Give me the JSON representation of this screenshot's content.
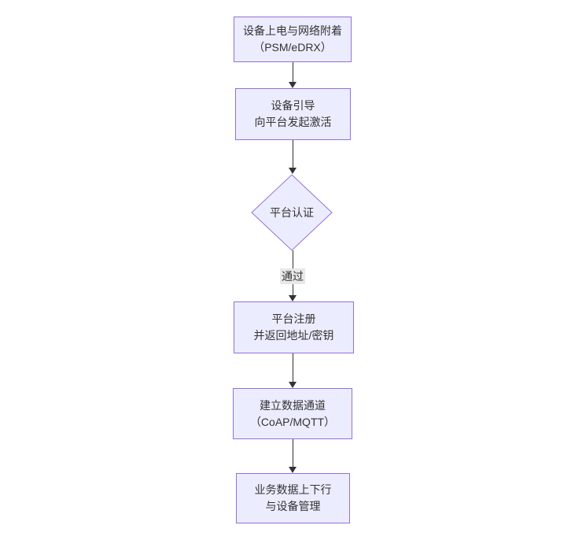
{
  "diagram": {
    "type": "flowchart",
    "direction": "top-down",
    "colors": {
      "background": "#ffffff",
      "node_fill": "#ECECFF",
      "node_border": "#9370DB",
      "node_text": "#333333",
      "edge": "#333333",
      "edge_label_bg": "#e8e8e8"
    },
    "nodes": [
      {
        "id": "A",
        "shape": "rect",
        "lines": [
          "设备上电与网络附着",
          "（PSM/eDRX）"
        ]
      },
      {
        "id": "B",
        "shape": "rect",
        "lines": [
          "设备引导",
          "向平台发起激活"
        ]
      },
      {
        "id": "C",
        "shape": "diamond",
        "lines": [
          "平台认证"
        ]
      },
      {
        "id": "D",
        "shape": "rect",
        "lines": [
          "平台注册",
          "并返回地址/密钥"
        ]
      },
      {
        "id": "E",
        "shape": "rect",
        "lines": [
          "建立数据通道",
          "（CoAP/MQTT）"
        ]
      },
      {
        "id": "F",
        "shape": "rect",
        "lines": [
          "业务数据上下行",
          "与设备管理"
        ]
      }
    ],
    "edges": [
      {
        "from": "A",
        "to": "B",
        "label": ""
      },
      {
        "from": "B",
        "to": "C",
        "label": ""
      },
      {
        "from": "C",
        "to": "D",
        "label": "通过"
      },
      {
        "from": "D",
        "to": "E",
        "label": ""
      },
      {
        "from": "E",
        "to": "F",
        "label": ""
      }
    ]
  }
}
